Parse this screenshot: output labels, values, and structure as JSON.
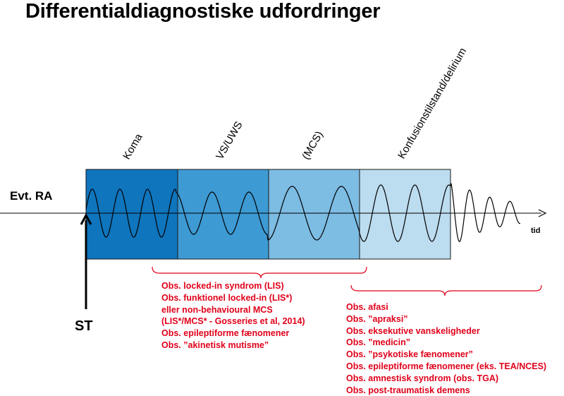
{
  "title": "Differentialdiagnostiske udfordringer",
  "left_label": "Evt. RA",
  "bottom_label": "ST",
  "axis_label": "tid",
  "stages": [
    {
      "label": "Koma",
      "color": "#0f75bd"
    },
    {
      "label": "VS/UWS",
      "color": "#3d9ad3"
    },
    {
      "label": "(MCS)",
      "color": "#7dbce3"
    },
    {
      "label": "Konfusionstilstand/delirium",
      "color": "#bcdcef"
    }
  ],
  "colors": {
    "note_text": "#e0001a",
    "brace": "#e0001a",
    "wave": "#000000",
    "box_border": "#1a1a1a"
  },
  "notes_left": [
    "Obs. locked-in syndrom (LIS)",
    "Obs. funktionel locked-in (LIS*)",
    "eller non-behavioural MCS",
    "(LIS*/MCS* - Gosseries et al, 2014)",
    "Obs. epileptiforme fænomener",
    "Obs. ”akinetisk mutisme”"
  ],
  "notes_right": [
    "Obs. afasi",
    "Obs. ”apraksi”",
    "Obs. eksekutive vanskeligheder",
    "Obs. ”medicin”",
    "Obs. ”psykotiske fænomener”",
    "Obs. epileptiforme fænomener (eks. TEA/NCES)",
    "Obs. amnestisk syndrom (obs. TGA)",
    "Obs. post-traumatisk demens"
  ]
}
